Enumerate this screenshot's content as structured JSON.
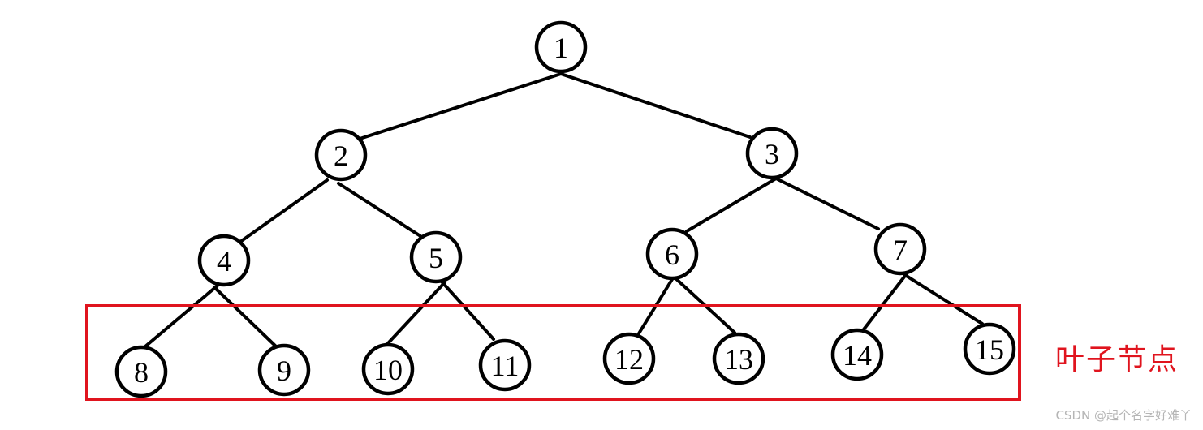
{
  "diagram": {
    "nodes": [
      {
        "id": "1",
        "label": "1"
      },
      {
        "id": "2",
        "label": "2"
      },
      {
        "id": "3",
        "label": "3"
      },
      {
        "id": "4",
        "label": "4"
      },
      {
        "id": "5",
        "label": "5"
      },
      {
        "id": "6",
        "label": "6"
      },
      {
        "id": "7",
        "label": "7"
      },
      {
        "id": "8",
        "label": "8"
      },
      {
        "id": "9",
        "label": "9"
      },
      {
        "id": "10",
        "label": "10"
      },
      {
        "id": "11",
        "label": "11"
      },
      {
        "id": "12",
        "label": "12"
      },
      {
        "id": "13",
        "label": "13"
      },
      {
        "id": "14",
        "label": "14"
      },
      {
        "id": "15",
        "label": "15"
      }
    ],
    "edges": [
      [
        "1",
        "2"
      ],
      [
        "1",
        "3"
      ],
      [
        "2",
        "4"
      ],
      [
        "2",
        "5"
      ],
      [
        "3",
        "6"
      ],
      [
        "3",
        "7"
      ],
      [
        "4",
        "8"
      ],
      [
        "4",
        "9"
      ],
      [
        "5",
        "10"
      ],
      [
        "5",
        "11"
      ],
      [
        "6",
        "12"
      ],
      [
        "6",
        "13"
      ],
      [
        "7",
        "14"
      ],
      [
        "7",
        "15"
      ]
    ],
    "highlight": {
      "label": "叶子节点",
      "color": "#e0141e",
      "nodes": [
        "8",
        "9",
        "10",
        "11",
        "12",
        "13",
        "14",
        "15"
      ]
    }
  },
  "watermark": "CSDN @起个名字好难丫"
}
